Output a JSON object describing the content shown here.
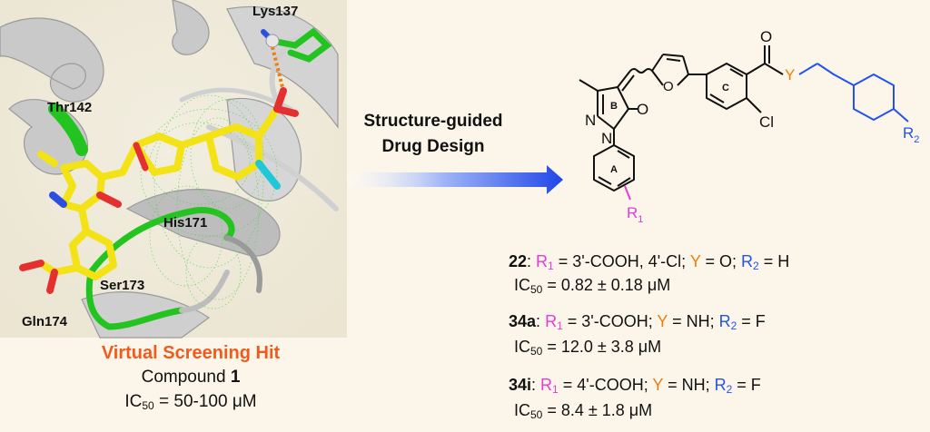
{
  "left_panel": {
    "residues": [
      "Lys137",
      "Thr142",
      "His171",
      "Ser173",
      "Gln174"
    ],
    "hit_title": "Virtual Screening Hit",
    "compound_prefix": "Compound",
    "compound_number": "1",
    "ic50_label": "IC",
    "ic50_sub": "50",
    "ic50_value": " = 50-100 μM"
  },
  "arrow": {
    "line1": "Structure-guided",
    "line2": "Drug Design"
  },
  "scheme_labels": {
    "ring_a": "A",
    "ring_b": "B",
    "ring_c": "C",
    "r1": "R",
    "r1_sub": "1",
    "r2": "R",
    "r2_sub": "2",
    "y": "Y",
    "cl": "Cl",
    "o_furan": "O",
    "o_carbonyl": "O",
    "o_ketone": "O",
    "n1": "N",
    "n2": "N"
  },
  "results": [
    {
      "name": "22",
      "r1_value": " = 3'-COOH, 4'-Cl; ",
      "y_value": " = O; ",
      "r2_value": " = H",
      "ic50_value": " = 0.82 ± 0.18 μM"
    },
    {
      "name": "34a",
      "r1_value": " = 3'-COOH; ",
      "y_value": " = NH; ",
      "r2_value": " = F",
      "ic50_value": " = 12.0 ± 3.8 μM"
    },
    {
      "name": "34i",
      "r1_value": " = 4'-COOH; ",
      "y_value": " = NH; ",
      "r2_value": " = F",
      "ic50_value": " = 8.4 ± 1.8 μM"
    }
  ],
  "colors": {
    "r1": "#e83ad6",
    "y": "#f07c12",
    "r2": "#2252f0",
    "hit_title": "#f05a1c",
    "ligand": "#f2e216",
    "protein_loop": "#22c41e"
  }
}
